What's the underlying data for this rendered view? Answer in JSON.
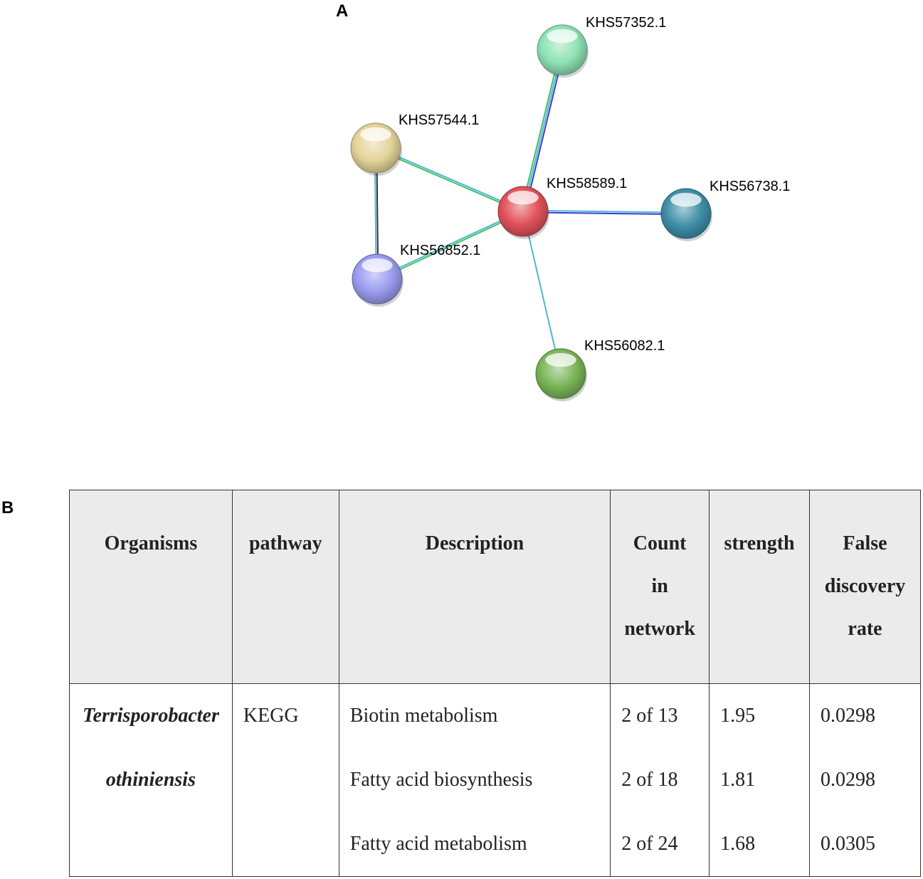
{
  "panel_a_label": "A",
  "panel_b_label": "B",
  "network": {
    "nodes": [
      {
        "id": "KHS57352.1",
        "color": "#8fe3b4"
      },
      {
        "id": "KHS57544.1",
        "color": "#e4d49a"
      },
      {
        "id": "KHS58589.1",
        "color": "#e2525c"
      },
      {
        "id": "KHS56738.1",
        "color": "#3f8fa8"
      },
      {
        "id": "KHS56852.1",
        "color": "#9a9cf0"
      },
      {
        "id": "KHS56082.1",
        "color": "#7ab658"
      }
    ],
    "edges": [
      {
        "source": "KHS58589.1",
        "target": "KHS57352.1",
        "colors": [
          "#3ec15f",
          "#4fb6d6",
          "#3a3ad0"
        ]
      },
      {
        "source": "KHS58589.1",
        "target": "KHS57544.1",
        "colors": [
          "#3ec15f",
          "#4fb6d6"
        ]
      },
      {
        "source": "KHS58589.1",
        "target": "KHS56852.1",
        "colors": [
          "#3ec15f",
          "#4fb6d6"
        ]
      },
      {
        "source": "KHS58589.1",
        "target": "KHS56738.1",
        "colors": [
          "#4fb6d6",
          "#3a3ad0"
        ]
      },
      {
        "source": "KHS58589.1",
        "target": "KHS56082.1",
        "colors": [
          "#4fb6d6"
        ]
      },
      {
        "source": "KHS57544.1",
        "target": "KHS56852.1",
        "colors": [
          "#333333",
          "#4fb6d6"
        ]
      }
    ]
  },
  "table": {
    "headers": [
      {
        "lines": [
          "Organisms"
        ]
      },
      {
        "lines": [
          "pathway"
        ]
      },
      {
        "lines": [
          "Description"
        ]
      },
      {
        "lines": [
          "Count",
          "in",
          "network"
        ]
      },
      {
        "lines": [
          "strength"
        ]
      },
      {
        "lines": [
          "False",
          "discovery",
          "rate"
        ]
      }
    ],
    "organism_lines": [
      "Terrisporobacter",
      "othiniensis"
    ],
    "pathway": "KEGG",
    "rows": [
      {
        "description": "Biotin metabolism",
        "count": "2 of 13",
        "strength": "1.95",
        "fdr": "0.0298"
      },
      {
        "description": "Fatty acid biosynthesis",
        "count": "2 of 18",
        "strength": "1.81",
        "fdr": "0.0298"
      },
      {
        "description": "Fatty acid metabolism",
        "count": "2 of 24",
        "strength": "1.68",
        "fdr": "0.0305"
      }
    ]
  }
}
